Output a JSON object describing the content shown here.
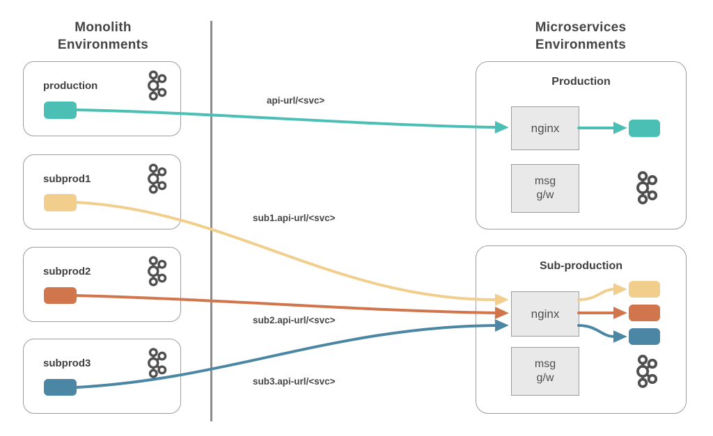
{
  "palette": {
    "teal": "#4CBFB5",
    "yellow": "#F2CE8D",
    "orange": "#D1764C",
    "blue": "#4C86A5",
    "divider_gray": "#8C8C8C",
    "border_gray": "#9B9B9B",
    "panel_fill": "#E9E9E9",
    "text_dark": "#454545",
    "icon_gray": "#4F4F4F"
  },
  "headings": {
    "monolith": "Monolith\nEnvironments",
    "microservices": "Microservices\nEnvironments"
  },
  "monolith": {
    "environments": [
      {
        "label": "production"
      },
      {
        "label": "subprod1"
      },
      {
        "label": "subprod2"
      },
      {
        "label": "subprod3"
      }
    ]
  },
  "microservices": {
    "production": {
      "title": "Production",
      "proxy": "nginx",
      "gateway": "msg\ng/w"
    },
    "subproduction": {
      "title": "Sub-production",
      "proxy": "nginx",
      "gateway": "msg\ng/w"
    }
  },
  "routes": [
    {
      "label": "api-url/<svc>"
    },
    {
      "label": "sub1.api-url/<svc>"
    },
    {
      "label": "sub2.api-url/<svc>"
    },
    {
      "label": "sub3.api-url/<svc>"
    }
  ],
  "icons": {
    "kafka": "kafka-icon"
  }
}
